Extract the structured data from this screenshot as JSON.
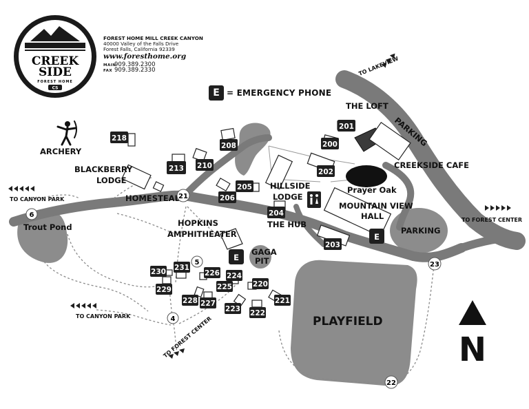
{
  "logo": {
    "line1": "CREEK",
    "line2": "SIDE",
    "tagline": "FOREST HOME",
    "badge": "CS"
  },
  "header": {
    "org": "FOREST HOME MILL CREEK CANYON",
    "address1": "40000 Valley of the Falls Drive",
    "address2": "Forest Falls, California 92339",
    "website": "www.foresthome.org",
    "main_label": "MAIN",
    "main_phone": "909.389.2300",
    "fax_label": "FAX",
    "fax_phone": "909.389.2330"
  },
  "legend": {
    "icon": "E",
    "text": "= EMERGENCY PHONE"
  },
  "places": {
    "archery": "ARCHERY",
    "blackberry_lodge_1": "BLACKBERRY",
    "blackberry_lodge_2": "LODGE",
    "homestead": "HOMESTEAD",
    "trout_pond": "Trout Pond",
    "hopkins_1": "HOPKINS",
    "hopkins_2": "AMPHITHEATER",
    "hillside_1": "HILLSIDE",
    "hillside_2": "LODGE",
    "the_hub": "THE HUB",
    "the_loft": "THE LOFT",
    "prayer_oak": "Prayer Oak",
    "creekside_cafe": "CREEKSIDE CAFE",
    "mountain_view_1": "MOUNTAIN VIEW",
    "mountain_view_2": "HALL",
    "parking_top": "PARKING",
    "parking_circle": "PARKING",
    "gaga_1": "GAGA",
    "gaga_2": "PIT",
    "playfield": "PLAYFIELD",
    "north": "N"
  },
  "directions": {
    "to_lakeview": "TO LAKEVIEW",
    "to_canyon_park_top": "TO CANYON PARK",
    "to_canyon_park_bottom": "TO CANYON PARK",
    "to_forest_center_right": "TO FOREST CENTER",
    "to_forest_center_bottom": "TO FOREST CENTER"
  },
  "markers": [
    "4",
    "5",
    "6",
    "21",
    "22",
    "23"
  ],
  "buildings": {
    "b200": "200",
    "b201": "201",
    "b202": "202",
    "b203": "203",
    "b204": "204",
    "b205": "205",
    "b206": "206",
    "b208": "208",
    "b210": "210",
    "b213": "213",
    "b218": "218",
    "b220": "220",
    "b221": "221",
    "b222": "222",
    "b223": "223",
    "b224": "224",
    "b225": "225",
    "b226": "226",
    "b227": "227",
    "b228": "228",
    "b229": "229",
    "b230": "230",
    "b231": "231"
  },
  "icons": {
    "archery": "archer-icon",
    "restroom": "restroom-icon",
    "emergency": "emergency-phone-icon",
    "north": "north-arrow-icon",
    "tree": "oak-tree-icon"
  },
  "colors": {
    "road": "#7a7a7a",
    "area": "#8c8c8c",
    "badge": "#1f1f1f"
  }
}
